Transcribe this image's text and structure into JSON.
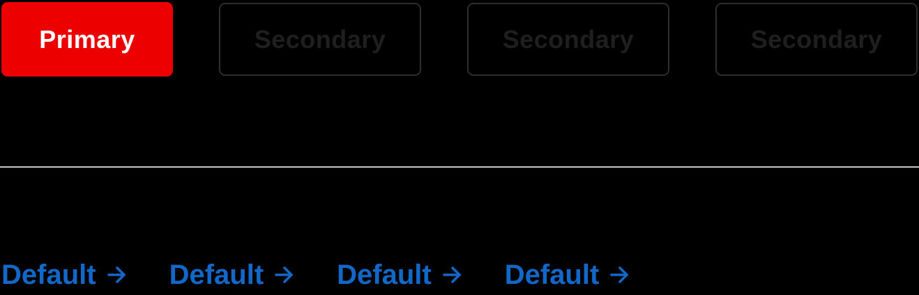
{
  "page": {
    "background_color": "#000000"
  },
  "buttons_row": {
    "primary_button": {
      "label": "Primary",
      "background_color": "#EC0000",
      "text_color": "#FFFFFF"
    },
    "secondary_buttons": [
      {
        "label": "Secondary"
      },
      {
        "label": "Secondary"
      },
      {
        "label": "Secondary"
      }
    ],
    "secondary_style": {
      "border_color": "#2D2D2D",
      "text_color": "#1F1F1F"
    }
  },
  "divider": {
    "color": "#C6C6C6"
  },
  "links_row": {
    "color": "#1268C8",
    "links": [
      {
        "label": "Default",
        "icon": "arrow-right-icon"
      },
      {
        "label": "Default",
        "icon": "arrow-right-icon"
      },
      {
        "label": "Default",
        "icon": "arrow-right-icon"
      },
      {
        "label": "Default",
        "icon": "arrow-right-icon"
      }
    ]
  }
}
